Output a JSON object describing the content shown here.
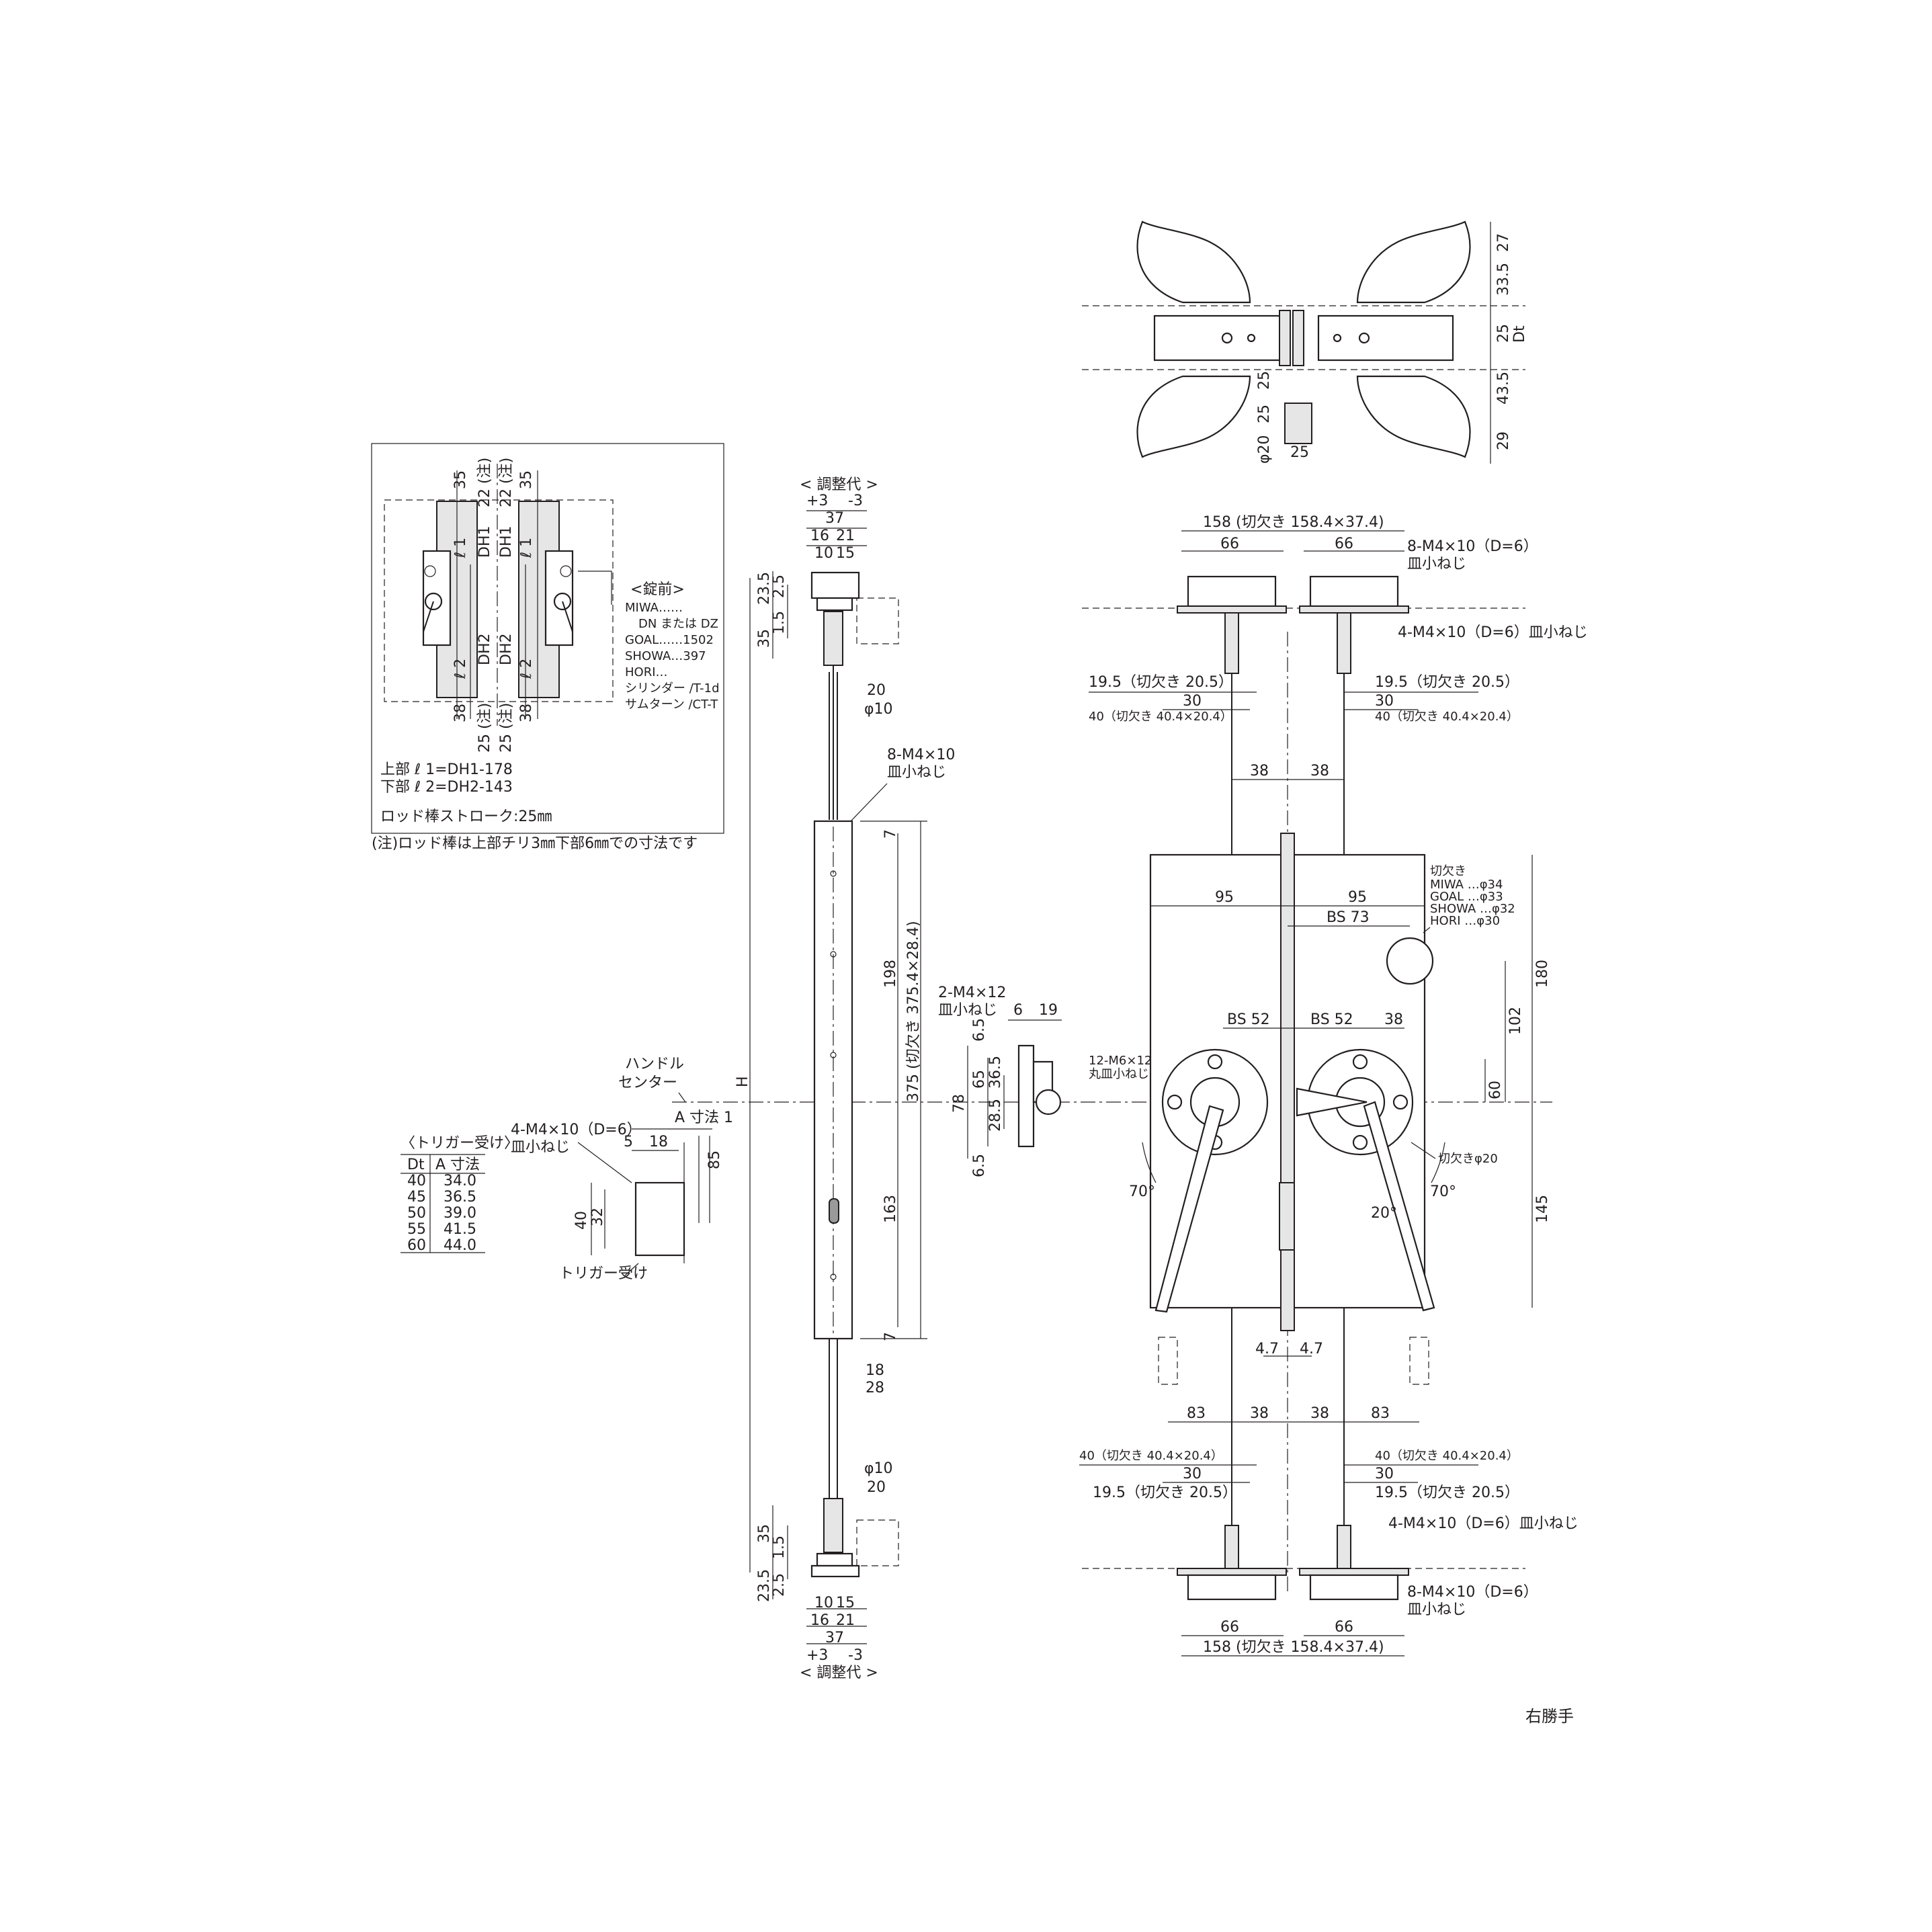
{
  "inset": {
    "top_dims": [
      "35",
      "22 (注)",
      "22 (注)",
      "35"
    ],
    "bottom_dims": [
      "38",
      "25 (注)",
      "25 (注)",
      "38"
    ],
    "labels": {
      "dh1": "DH1",
      "dh2": "DH2",
      "l1": "ℓ 1",
      "l2": "ℓ 2"
    },
    "lock_maker": {
      "title": "<錠前>",
      "lines": [
        "MIWA……",
        "DN または DZ",
        "GOAL……1502",
        "SHOWA…397",
        "HORI…",
        "シリンダー /T-1d",
        "サムターン /CT-T"
      ]
    },
    "formula_top": "上部 ℓ 1=DH1-178",
    "formula_bottom": "下部 ℓ 2=DH2-143",
    "stroke": "ロッド棒ストローク:25㎜",
    "note": "(注)ロッド棒は上部チリ3㎜下部6㎜での寸法です"
  },
  "trigger": {
    "screw": "4-M4×10（D=6）",
    "screw2": "皿小ねじ",
    "dims": {
      "a": "A 寸法 1",
      "d5": "5",
      "d18": "18",
      "d85": "85",
      "d40": "40",
      "d32": "32"
    },
    "label": "トリガー受け",
    "table_title": "〈トリガー受け〉",
    "headers": [
      "Dt",
      "A 寸法"
    ],
    "rows": [
      [
        "40",
        "34.0"
      ],
      [
        "45",
        "36.5"
      ],
      [
        "50",
        "39.0"
      ],
      [
        "55",
        "41.5"
      ],
      [
        "60",
        "44.0"
      ]
    ]
  },
  "handle_center": [
    "ハンドル",
    "センター"
  ],
  "rod": {
    "adj_top": "< 調整代 >",
    "adj_bottom": "< 調整代 >",
    "plus3": "+3",
    "minus3": "-3",
    "d37": "37",
    "d16": "16",
    "d21": "21",
    "d10": "10",
    "d15": "15",
    "d23_5": "23.5",
    "d2_5": "2.5",
    "d35": "35",
    "d1_5": "1.5",
    "d20": "20",
    "phi10": "φ10",
    "screws": "8-M4×10",
    "screws2": "皿小ねじ",
    "d7": "7",
    "d198": "198",
    "d163": "163",
    "d375": "375 (切欠き 375.4×28.4)",
    "h": "H",
    "d18": "18",
    "d28": "28"
  },
  "latch": {
    "screws": "2-M4×12",
    "screws2": "皿小ねじ",
    "d6": "6",
    "d19": "19",
    "d6_5": "6.5",
    "d65": "65",
    "d36_5": "36.5",
    "d78": "78",
    "d28_5": "28.5"
  },
  "plan": {
    "d27": "27",
    "d33_5": "33.5",
    "d25": "25",
    "dt": "Dt",
    "d43_5": "43.5",
    "d29": "29",
    "phi20": "φ20",
    "d25b": "25",
    "d25c": "25"
  },
  "main": {
    "d158": "158 (切欠き 158.4×37.4)",
    "d66": "66",
    "screws8": "8-M4×10（D=6）",
    "screws8b": "皿小ねじ",
    "screws4": "4-M4×10（D=6）皿小ねじ",
    "d19_5": "19.5（切欠き 20.5）",
    "d30": "30",
    "d40": "40（切欠き 40.4×20.4）",
    "d38": "38",
    "d95": "95",
    "bs73": "BS 73",
    "bs52": "BS 52",
    "cutout_title": "切欠き",
    "cutout_lines": [
      "MIWA …φ34",
      "GOAL …φ33",
      "SHOWA …φ32",
      "HORI …φ30"
    ],
    "d180": "180",
    "d102": "102",
    "d60": "60",
    "d145": "145",
    "screws12": "12-M6×12",
    "screws12b": "丸皿小ねじ",
    "cut20": "切欠きφ20",
    "ang70": "70°",
    "ang20": "20°",
    "d4_7": "4.7",
    "d83": "83"
  },
  "hand": "右勝手"
}
